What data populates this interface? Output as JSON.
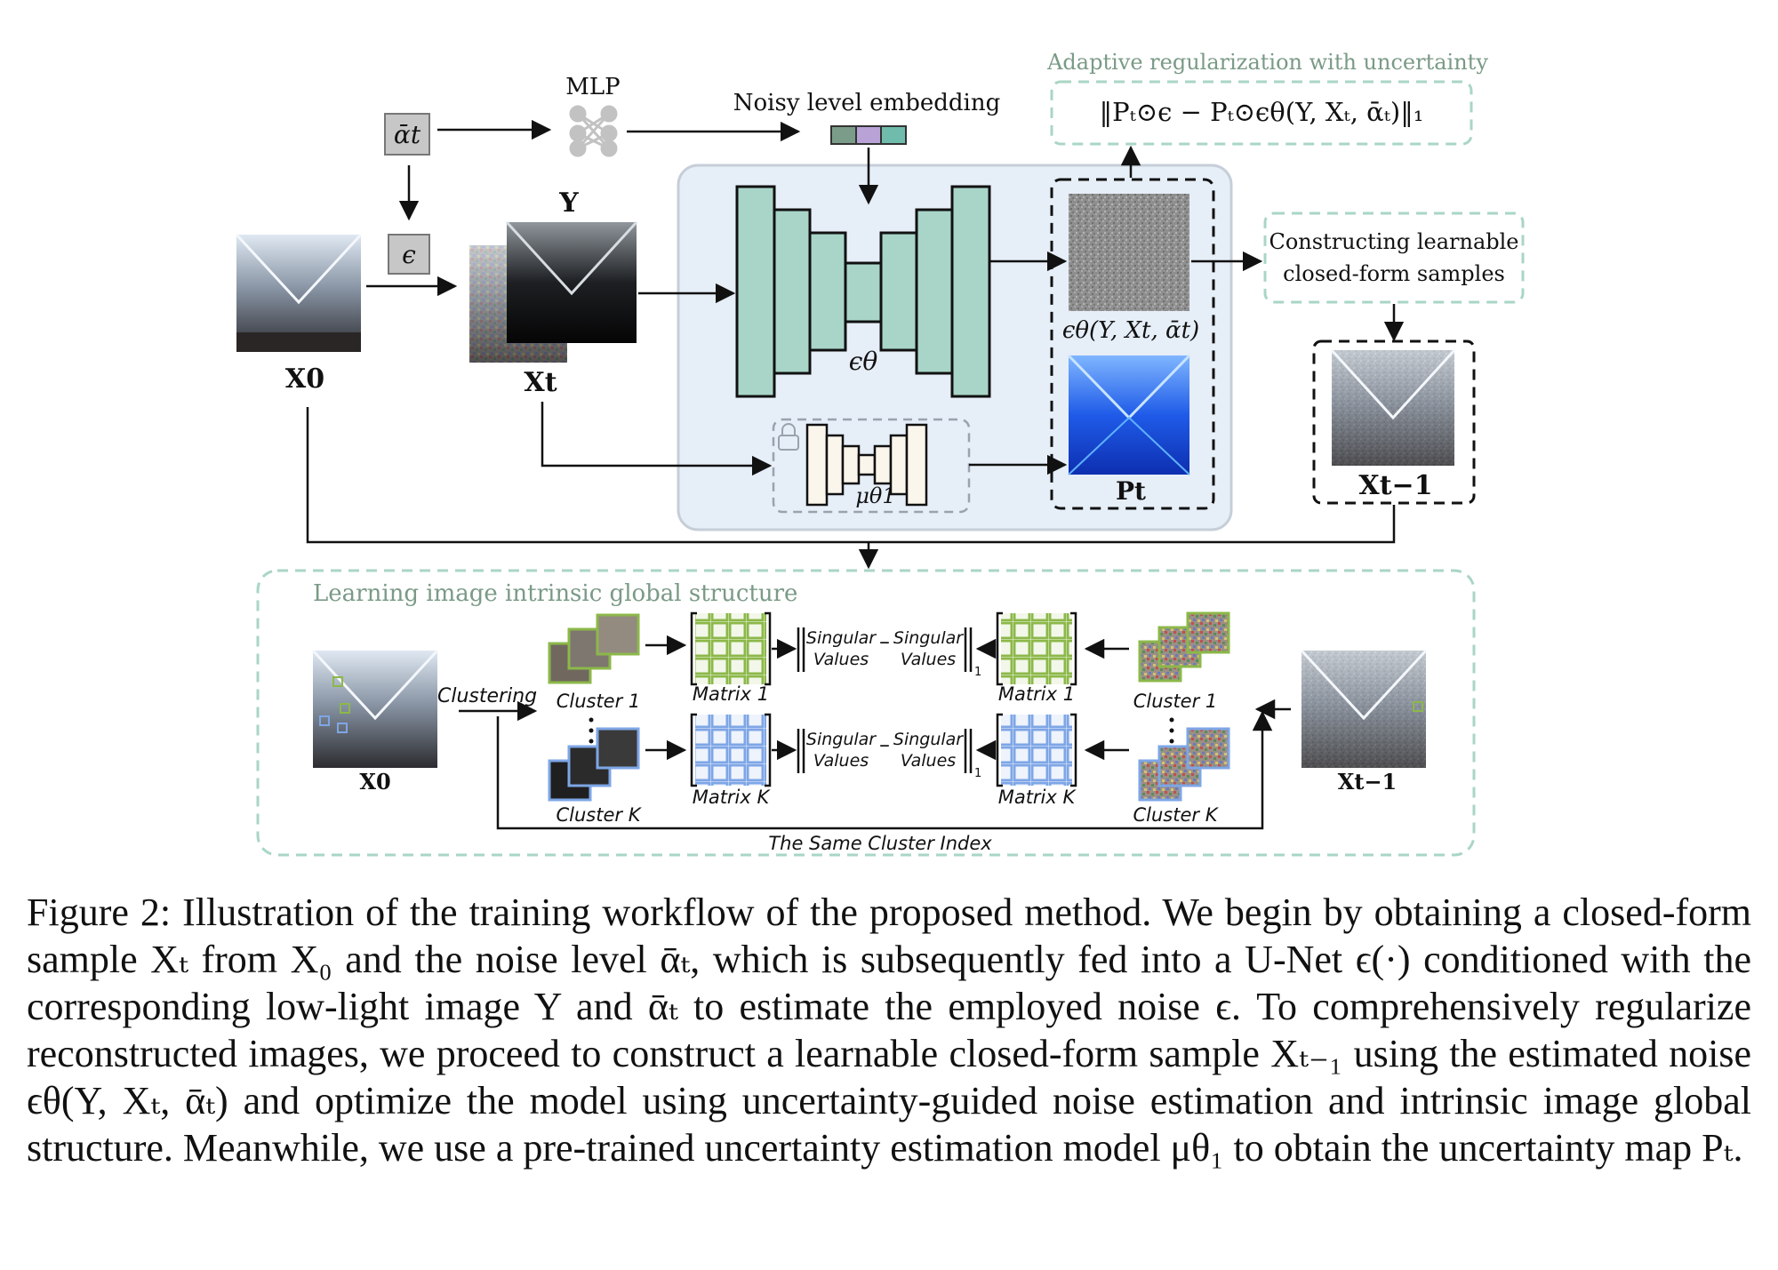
{
  "diagram": {
    "adaptive_title": "Adaptive regularization with uncertainty",
    "loss_formula": "‖Pₜ⊙ϵ − Pₜ⊙ϵθ(Y, Xₜ, ᾱₜ)‖₁",
    "mlp_label": "MLP",
    "noisy_level_label": "Noisy level embedding",
    "alpha_label": "ᾱt",
    "epsilon_label": "ϵ",
    "y_label": "Y",
    "x0_label": "X0",
    "xt_label": "Xt",
    "unet_label": "ϵθ",
    "eps_output_label": "ϵθ(Y, Xt, ᾱt)",
    "pt_label": "Pt",
    "mu_label": "μθ1",
    "constructing_label_line1": "Constructing learnable",
    "constructing_label_line2": "closed-form samples",
    "xt1_label": "Xt−1",
    "global_title": "Learning image intrinsic global structure",
    "clustering_label": "Clustering",
    "cluster1_label": "Cluster 1",
    "clusterK_label": "Cluster K",
    "matrix1_label": "Matrix 1",
    "matrixK_label": "Matrix K",
    "singular_label": "Singular",
    "values_label": "Values",
    "norm_subscript": "1",
    "minus_label": "–",
    "same_cluster_label": "The Same Cluster Index",
    "x0_small_label": "X0",
    "xt1_small_label": "Xt−1",
    "colors": {
      "unet_fill": "#a8d5c8",
      "panel_fill": "#e6eef8",
      "dashed_green": "#a9d6c4",
      "matrix_green": "#8cb84a",
      "matrix_blue": "#7ea6e6"
    }
  },
  "caption": {
    "text": "Figure 2: Illustration of the training workflow of the proposed method. We begin by obtaining a closed-form sample Xₜ from X₀ and the noise level ᾱₜ, which is subsequently fed into a U-Net ϵ(·) conditioned with the corresponding low-light image Y and ᾱₜ to estimate the employed noise ϵ. To comprehensively regularize reconstructed images, we proceed to construct a learnable closed-form sample Xₜ₋₁ using the estimated noise ϵθ(Y, Xₜ, ᾱₜ) and optimize the model using uncertainty-guided noise estimation and intrinsic image global structure. Meanwhile, we use a pre-trained uncertainty estimation model μθ₁ to obtain the uncertainty map Pₜ."
  }
}
